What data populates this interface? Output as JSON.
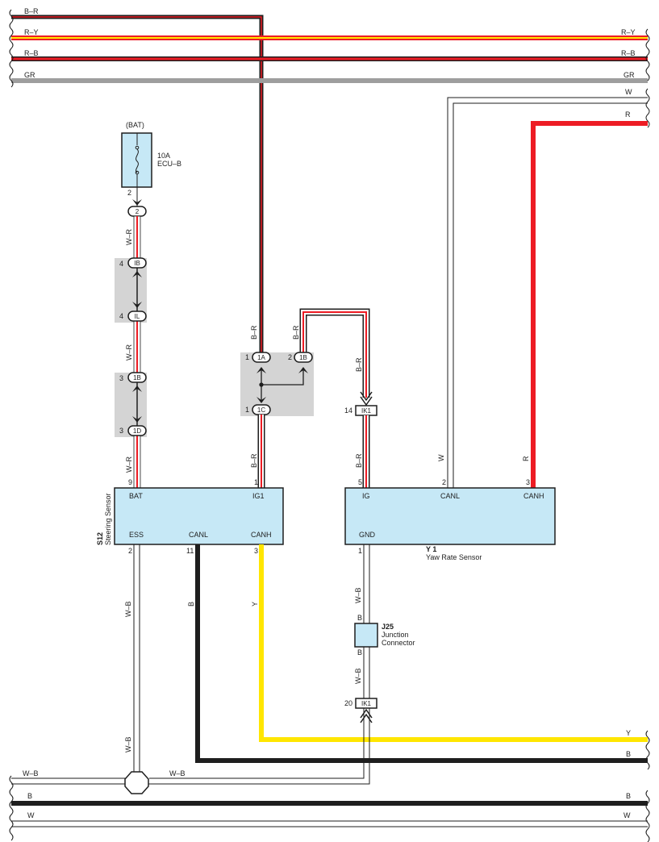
{
  "bus_wires": {
    "b_r": "B–R",
    "r_y": "R–Y",
    "r_b": "R–B",
    "gr": "GR",
    "w": "W",
    "r": "R",
    "y": "Y",
    "b": "B",
    "w_b": "W–B"
  },
  "fuse": {
    "source": "(BAT)",
    "rating": "10A",
    "name": "ECU–B",
    "pin": "2"
  },
  "connectors": {
    "c2": "2",
    "ib": "IB",
    "il": "IL",
    "1b_left": "1B",
    "1d": "1D",
    "1a": "1A",
    "1b_right": "1B",
    "1c": "1C",
    "ik1_top": "IK1",
    "ik1_bottom": "IK1"
  },
  "pin_numbers": {
    "ib": "4",
    "il": "4",
    "1b_left": "3",
    "1d": "3",
    "1a": "1",
    "1b_right": "2",
    "1c": "1",
    "ik1_top": "14",
    "ik1_bottom": "20",
    "s12_bat": "9",
    "s12_ig1": "1",
    "s12_ess": "2",
    "s12_canl": "11",
    "s12_canh": "3",
    "y1_ig": "5",
    "y1_canl": "2",
    "y1_canh": "3",
    "y1_gnd": "1"
  },
  "wire_labels": {
    "w_r": "W–R",
    "b_r": "B–R",
    "w": "W",
    "r": "R",
    "b": "B",
    "y": "Y",
    "w_b": "W–B"
  },
  "steering_sensor": {
    "code": "S12",
    "name": "Steering Sensor",
    "bat": "BAT",
    "ig1": "IG1",
    "ess": "ESS",
    "canl": "CANL",
    "canh": "CANH"
  },
  "yaw_rate_sensor": {
    "code": "Y 1",
    "name": "Yaw Rate Sensor",
    "ig": "IG",
    "canl": "CANL",
    "canh": "CANH",
    "gnd": "GND"
  },
  "junction": {
    "code": "J25",
    "line1": "Junction",
    "line2": "Connector",
    "pin_top": "B",
    "pin_bottom": "B"
  },
  "colors": {
    "black": "#1e1e1e",
    "red": "#ed1c24",
    "yellow": "#ffe600",
    "gray": "#9e9e9e",
    "box_fill": "#c6e8f6",
    "shade": "#d4d4d4",
    "wire_r_pale": "#f08080"
  }
}
